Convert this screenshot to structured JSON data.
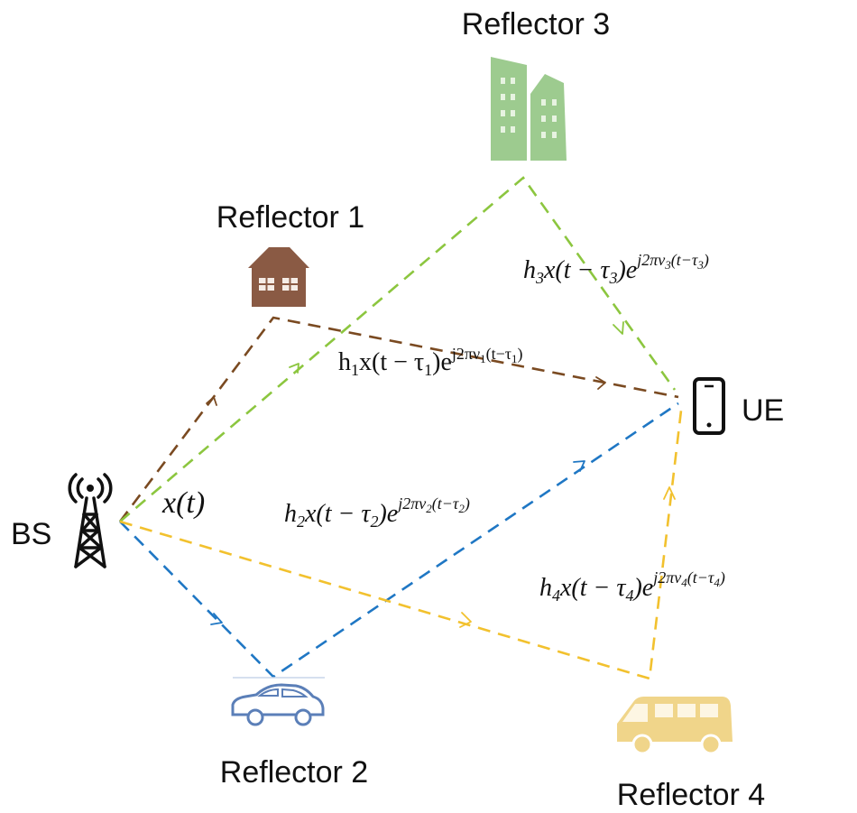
{
  "nodes": {
    "bs": "BS",
    "ue": "UE",
    "reflector1": "Reflector 1",
    "reflector2": "Reflector 2",
    "reflector3": "Reflector 3",
    "reflector4": "Reflector 4"
  },
  "signals": {
    "tx": {
      "main": "x(t)"
    },
    "path1": {
      "main": "h",
      "sub1": "1",
      "mid": "x(t − τ",
      "sub2": "1",
      "end": ")e",
      "exp": "j2πν",
      "expsub1": "1",
      "expmid": "(t−τ",
      "expsub2": "1",
      "expend": ")"
    },
    "path2": {
      "main": "h",
      "sub1": "2",
      "mid": "x(t − τ",
      "sub2": "2",
      "end": ")e",
      "exp": "j2πν",
      "expsub1": "2",
      "expmid": "(t−τ",
      "expsub2": "2",
      "expend": ")"
    },
    "path3": {
      "main": "h",
      "sub1": "3",
      "mid": "x(t − τ",
      "sub2": "3",
      "end": ")e",
      "exp": "j2πν",
      "expsub1": "3",
      "expmid": "(t−τ",
      "expsub2": "3",
      "expend": ")"
    },
    "path4": {
      "main": "h",
      "sub1": "4",
      "mid": "x(t − τ",
      "sub2": "4",
      "end": ")e",
      "exp": "j2πν",
      "expsub1": "4",
      "expmid": "(t−τ",
      "expsub2": "4",
      "expend": ")"
    }
  },
  "colors": {
    "path1": "#7a4a21",
    "path2": "#1f77c4",
    "path3": "#8cc63f",
    "path4": "#f2c12e",
    "building": "#9dcb8f",
    "house": "#8a5a44",
    "car": "#5b7fb8",
    "van": "#f0d58a"
  },
  "icons": {
    "bs": "cell-tower-icon",
    "ue": "smartphone-icon",
    "reflector1": "house-icon",
    "reflector2": "car-icon",
    "reflector3": "building-icon",
    "reflector4": "van-icon"
  }
}
